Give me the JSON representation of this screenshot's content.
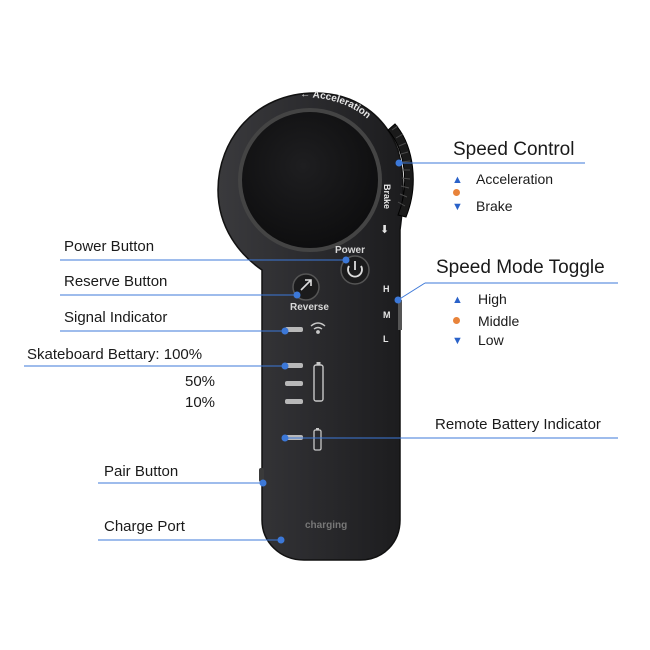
{
  "device": {
    "top_arc_label": "Acceleration",
    "brake_label": "Brake",
    "power_label": "Power",
    "reverse_label": "Reverse",
    "mode_letters": [
      "H",
      "M",
      "L"
    ],
    "charging_label": "charging"
  },
  "callouts": {
    "power_button": "Power Button",
    "reserve_button": "Reserve Button",
    "signal_indicator": "Signal Indicator",
    "skateboard_battery": "Skateboard Bettary:",
    "battery_levels": [
      "100%",
      "50%",
      "10%"
    ],
    "pair_button": "Pair Button",
    "charge_port": "Charge Port",
    "speed_control": "Speed Control",
    "speed_control_items": [
      "Acceleration",
      "Brake"
    ],
    "speed_mode_toggle": "Speed Mode Toggle",
    "speed_mode_items": [
      "High",
      "Middle",
      "Low"
    ],
    "remote_battery_indicator": "Remote Battery Indicator"
  },
  "colors": {
    "callout_line": "#3c78d8",
    "arrow_blue": "#2a62c9",
    "middle_dot": "#e8833a",
    "device_body": "#2a2a2c"
  }
}
